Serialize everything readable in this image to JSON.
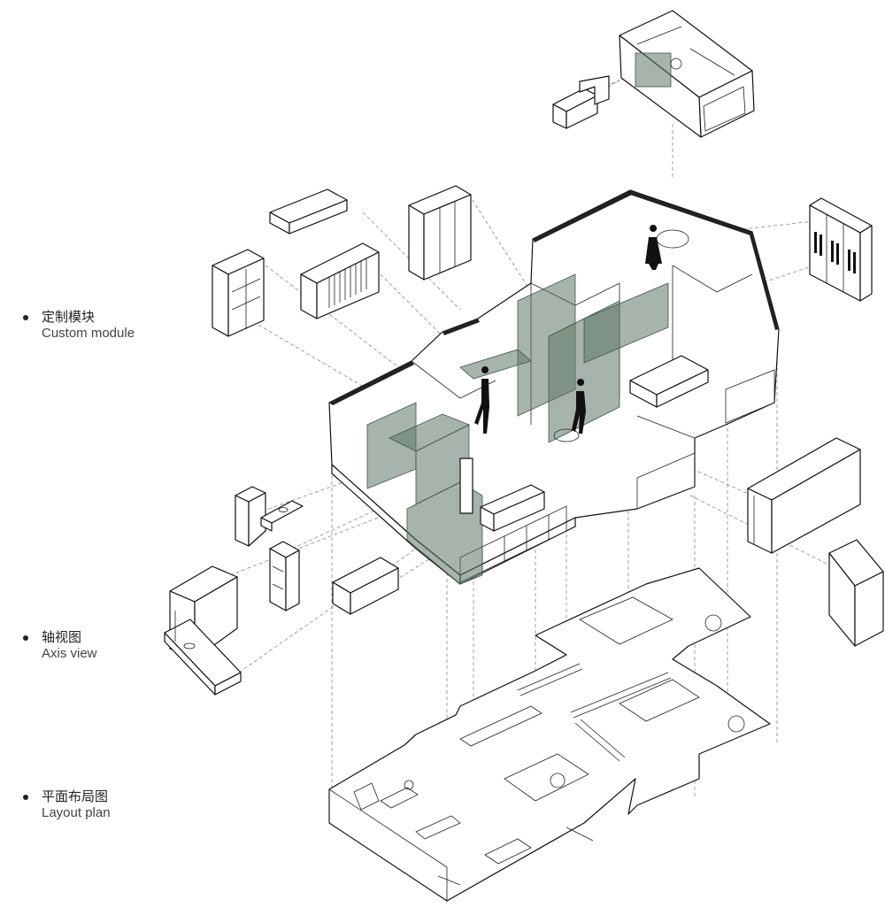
{
  "legend": {
    "custom": {
      "zh": "定制模块",
      "en": "Custom module"
    },
    "axis": {
      "zh": "轴视图",
      "en": "Axis view"
    },
    "layout": {
      "zh": "平面布局图",
      "en": "Layout plan"
    }
  },
  "colors": {
    "line": "#111111",
    "module_glass": "#5d7766",
    "guide": "#777777",
    "background": "#ffffff"
  }
}
